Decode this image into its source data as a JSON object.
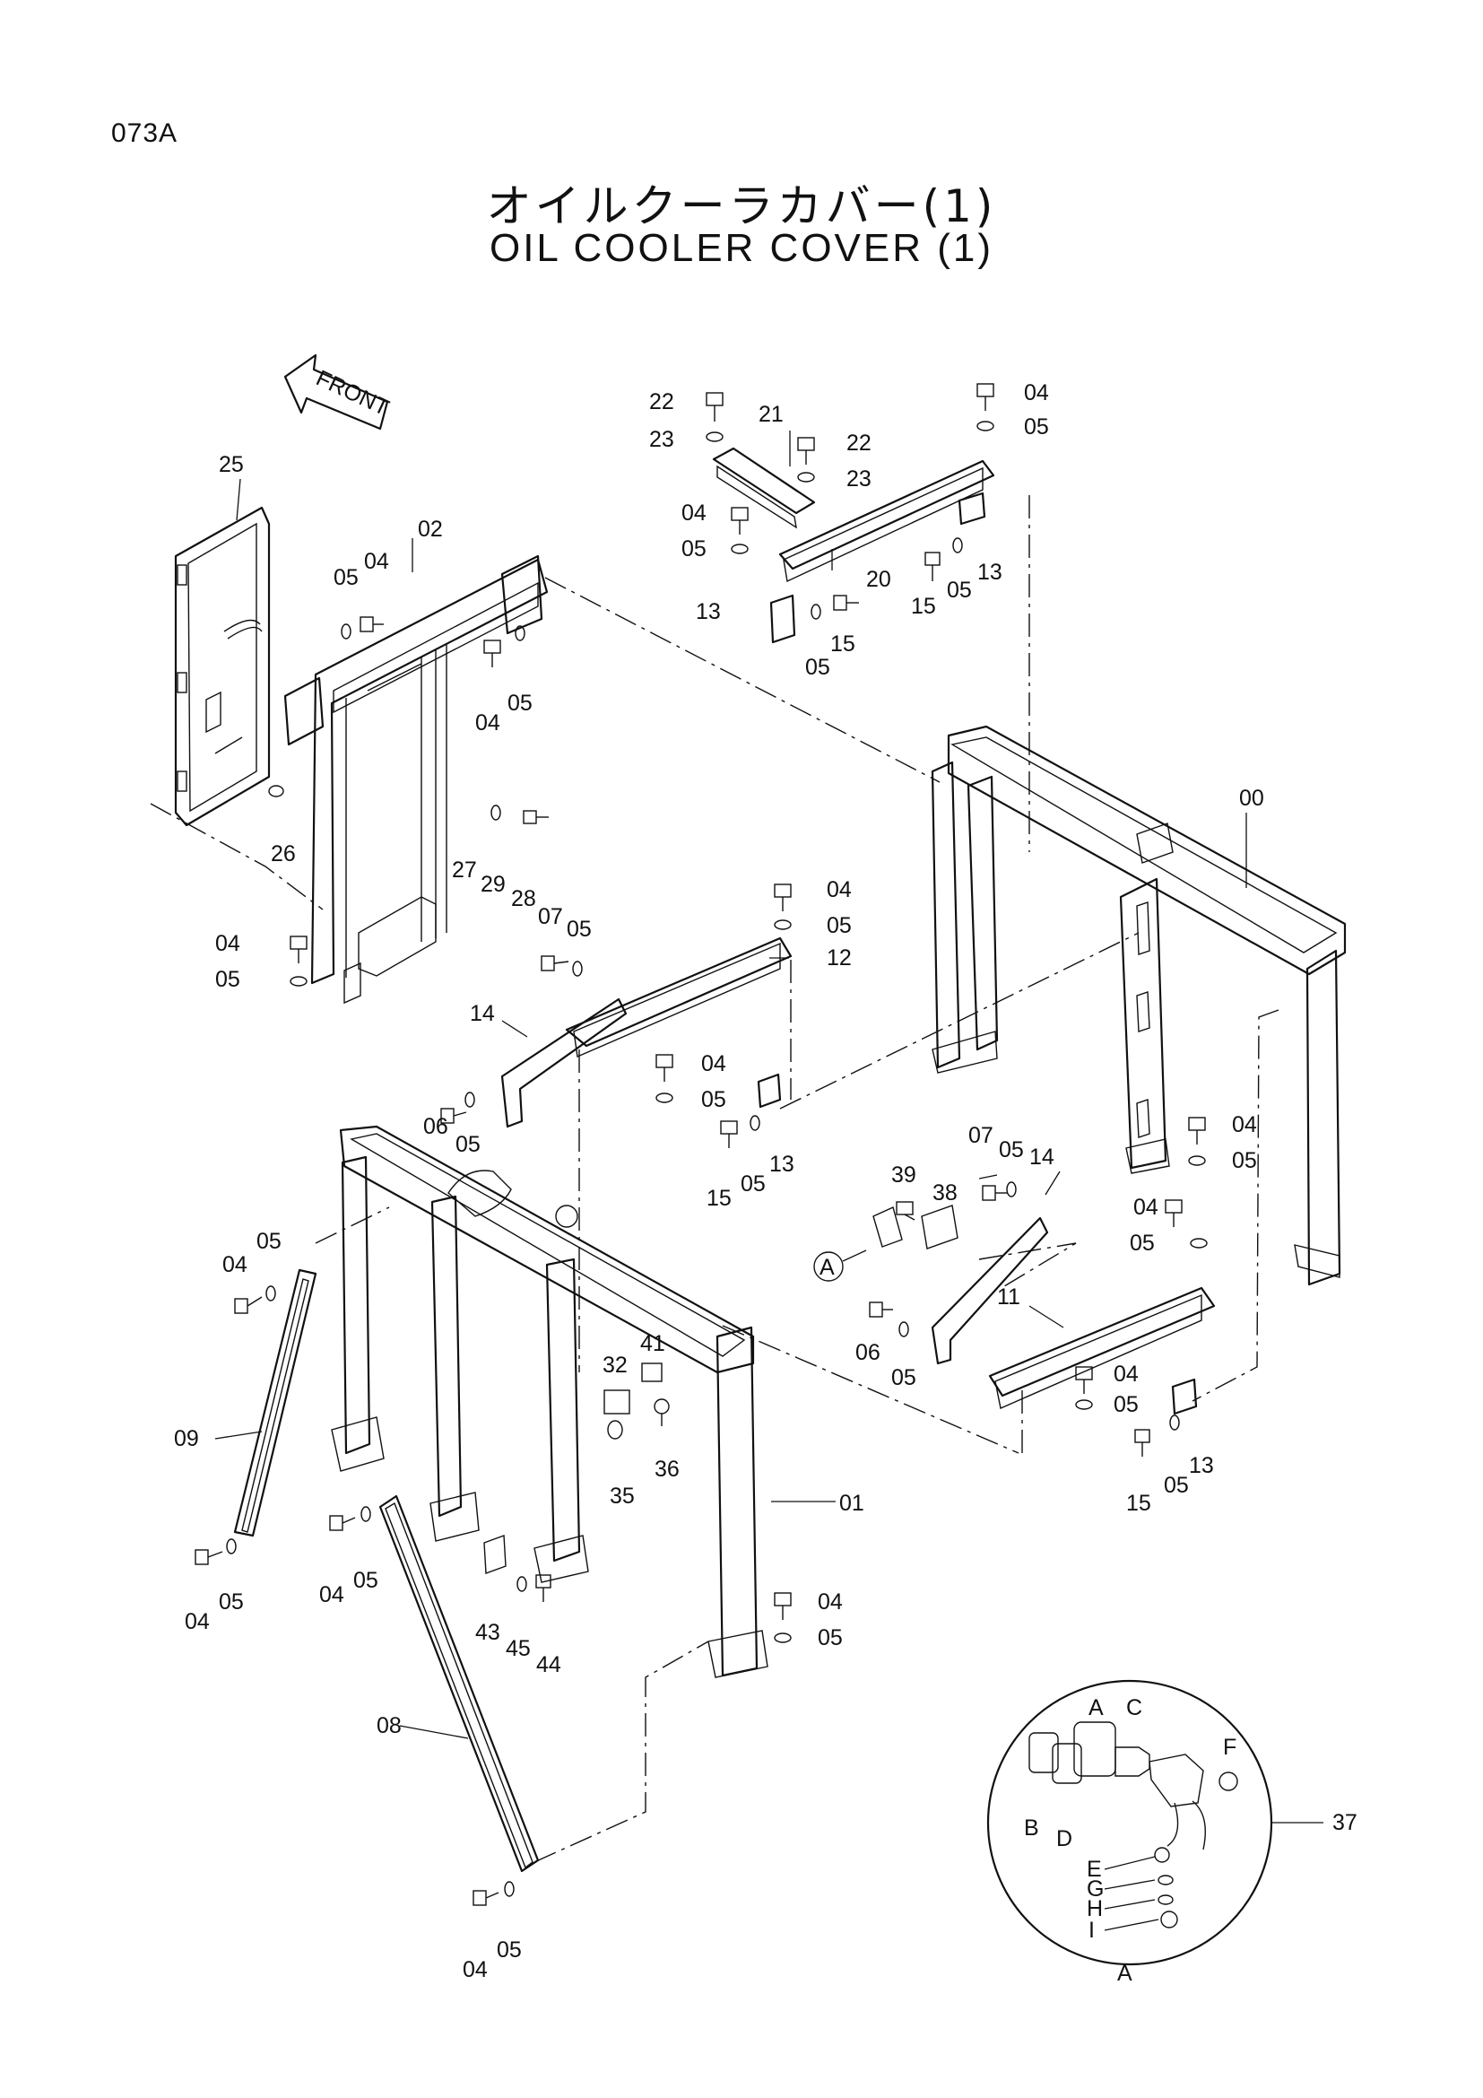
{
  "page": {
    "code": "073A",
    "title_jp": "オイルクーラカバー(1)",
    "title_en": "OIL  COOLER  COVER (1)"
  },
  "front_arrow": {
    "label": "FRONT"
  },
  "parts": [
    {
      "id": "p00",
      "label": "00"
    },
    {
      "id": "p01",
      "label": "01"
    },
    {
      "id": "p02",
      "label": "02"
    },
    {
      "id": "p04a",
      "label": "04"
    },
    {
      "id": "p05a",
      "label": "05"
    },
    {
      "id": "p04b",
      "label": "04"
    },
    {
      "id": "p05b",
      "label": "05"
    },
    {
      "id": "p04c",
      "label": "04"
    },
    {
      "id": "p05c",
      "label": "05"
    },
    {
      "id": "p04d",
      "label": "04"
    },
    {
      "id": "p05d",
      "label": "05"
    },
    {
      "id": "p04e",
      "label": "04"
    },
    {
      "id": "p05e",
      "label": "05"
    },
    {
      "id": "p04f",
      "label": "04"
    },
    {
      "id": "p05f",
      "label": "05"
    },
    {
      "id": "p04g",
      "label": "04"
    },
    {
      "id": "p05g",
      "label": "05"
    },
    {
      "id": "p04h",
      "label": "04"
    },
    {
      "id": "p05h",
      "label": "05"
    },
    {
      "id": "p04i",
      "label": "04"
    },
    {
      "id": "p05i",
      "label": "05"
    },
    {
      "id": "p04j",
      "label": "04"
    },
    {
      "id": "p05j",
      "label": "05"
    },
    {
      "id": "p04k",
      "label": "04"
    },
    {
      "id": "p05k",
      "label": "05"
    },
    {
      "id": "p04l",
      "label": "04"
    },
    {
      "id": "p05l",
      "label": "05"
    },
    {
      "id": "p04m",
      "label": "04"
    },
    {
      "id": "p05m",
      "label": "05"
    },
    {
      "id": "p04n",
      "label": "04"
    },
    {
      "id": "p05n",
      "label": "05"
    },
    {
      "id": "p04o",
      "label": "04"
    },
    {
      "id": "p05o",
      "label": "05"
    },
    {
      "id": "p05p",
      "label": "05"
    },
    {
      "id": "p05q",
      "label": "05"
    },
    {
      "id": "p05r",
      "label": "05"
    },
    {
      "id": "p05s",
      "label": "05"
    },
    {
      "id": "p05t",
      "label": "05"
    },
    {
      "id": "p05u",
      "label": "05"
    },
    {
      "id": "p06a",
      "label": "06"
    },
    {
      "id": "p06b",
      "label": "06"
    },
    {
      "id": "p07a",
      "label": "07"
    },
    {
      "id": "p07b",
      "label": "07"
    },
    {
      "id": "p08",
      "label": "08"
    },
    {
      "id": "p09",
      "label": "09"
    },
    {
      "id": "p11",
      "label": "11"
    },
    {
      "id": "p12",
      "label": "12"
    },
    {
      "id": "p13a",
      "label": "13"
    },
    {
      "id": "p13b",
      "label": "13"
    },
    {
      "id": "p13c",
      "label": "13"
    },
    {
      "id": "p13d",
      "label": "13"
    },
    {
      "id": "p14a",
      "label": "14"
    },
    {
      "id": "p14b",
      "label": "14"
    },
    {
      "id": "p15a",
      "label": "15"
    },
    {
      "id": "p15b",
      "label": "15"
    },
    {
      "id": "p15c",
      "label": "15"
    },
    {
      "id": "p15d",
      "label": "15"
    },
    {
      "id": "p20",
      "label": "20"
    },
    {
      "id": "p21",
      "label": "21"
    },
    {
      "id": "p22a",
      "label": "22"
    },
    {
      "id": "p22b",
      "label": "22"
    },
    {
      "id": "p23a",
      "label": "23"
    },
    {
      "id": "p23b",
      "label": "23"
    },
    {
      "id": "p25",
      "label": "25"
    },
    {
      "id": "p26",
      "label": "26"
    },
    {
      "id": "p27",
      "label": "27"
    },
    {
      "id": "p28",
      "label": "28"
    },
    {
      "id": "p29",
      "label": "29"
    },
    {
      "id": "p32",
      "label": "32"
    },
    {
      "id": "p35",
      "label": "35"
    },
    {
      "id": "p36",
      "label": "36"
    },
    {
      "id": "p37",
      "label": "37"
    },
    {
      "id": "p38",
      "label": "38"
    },
    {
      "id": "p39",
      "label": "39"
    },
    {
      "id": "p41",
      "label": "41"
    },
    {
      "id": "p43",
      "label": "43"
    },
    {
      "id": "p44",
      "label": "44"
    },
    {
      "id": "p45",
      "label": "45"
    }
  ],
  "detail_a": {
    "ref_label": "A",
    "circle_label": "A",
    "items": [
      {
        "id": "dA",
        "label": "A"
      },
      {
        "id": "dB",
        "label": "B"
      },
      {
        "id": "dC",
        "label": "C"
      },
      {
        "id": "dD",
        "label": "D"
      },
      {
        "id": "dE",
        "label": "E"
      },
      {
        "id": "dF",
        "label": "F"
      },
      {
        "id": "dG",
        "label": "G"
      },
      {
        "id": "dH",
        "label": "H"
      },
      {
        "id": "dI",
        "label": "I"
      }
    ]
  }
}
